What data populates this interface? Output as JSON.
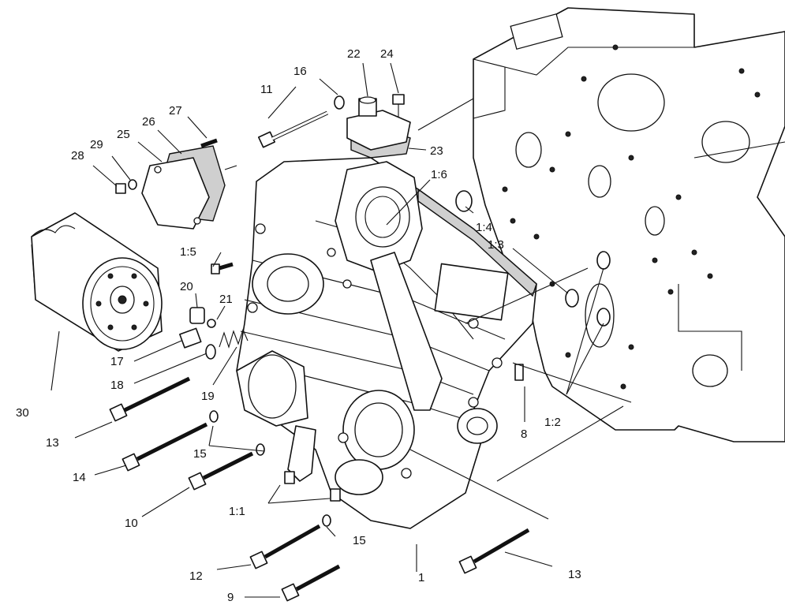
{
  "callouts": {
    "c1": "1",
    "c8": "8",
    "c9": "9",
    "c10": "10",
    "c11": "11",
    "c12": "12",
    "c13a": "13",
    "c13b": "13",
    "c14": "14",
    "c15a": "15",
    "c15b": "15",
    "c16": "16",
    "c17": "17",
    "c18": "18",
    "c19": "19",
    "c20": "20",
    "c21": "21",
    "c22": "22",
    "c23": "23",
    "c24": "24",
    "c25": "25",
    "c26": "26",
    "c27": "27",
    "c28": "28",
    "c29": "29",
    "c30": "30",
    "c1_1": "1:1",
    "c1_2": "1:2",
    "c1_3": "1:3",
    "c1_4": "1:4",
    "c1_5": "1:5",
    "c1_6": "1:6"
  }
}
